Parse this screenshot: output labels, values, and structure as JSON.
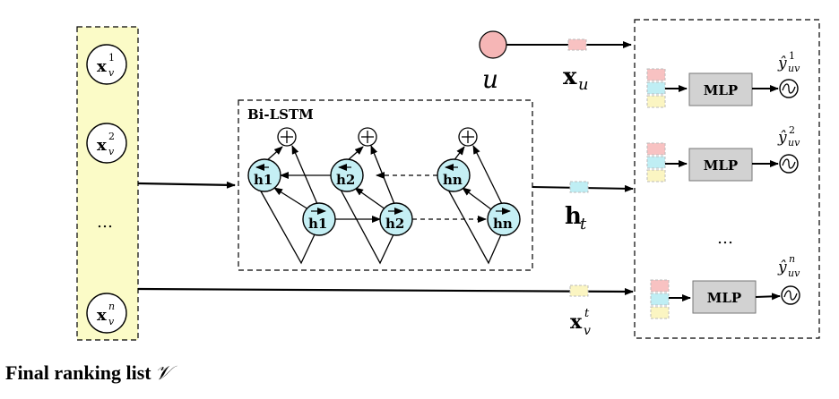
{
  "ranking_list": {
    "items": [
      "x",
      "x",
      "…",
      "x"
    ],
    "item_superscripts": [
      "1",
      "2",
      "",
      "n"
    ],
    "item_subscript": "v"
  },
  "bilstm": {
    "title": "Bi-LSTM",
    "backward_labels": [
      "h1",
      "h2",
      "hn"
    ],
    "forward_labels": [
      "h1",
      "h2",
      "hn"
    ],
    "add_symbol": "⊕"
  },
  "user": {
    "label": "u",
    "embedding_label": "x",
    "embedding_sub": "u"
  },
  "hidden": {
    "label": "h",
    "sub": "t"
  },
  "item_vec": {
    "label": "x",
    "sub": "v",
    "sup": "t"
  },
  "outputs": {
    "mlp_label": "MLP",
    "prediction_base": "ŷ",
    "prediction_sub": "uv",
    "prediction_sups": [
      "1",
      "2",
      "n"
    ],
    "ellipsis": "…"
  },
  "caption": {
    "text": "Final ranking list",
    "symbol": "𝒱"
  },
  "colors": {
    "list_fill": "#fbfbc7",
    "lstm_node": "#c5eff4",
    "user_node": "#f6b6b6",
    "mlp_fill": "#d2d2d2",
    "seg_pink": "#f8c2c2",
    "seg_cyan": "#bfeef4",
    "seg_yellow": "#fbf5c2"
  }
}
